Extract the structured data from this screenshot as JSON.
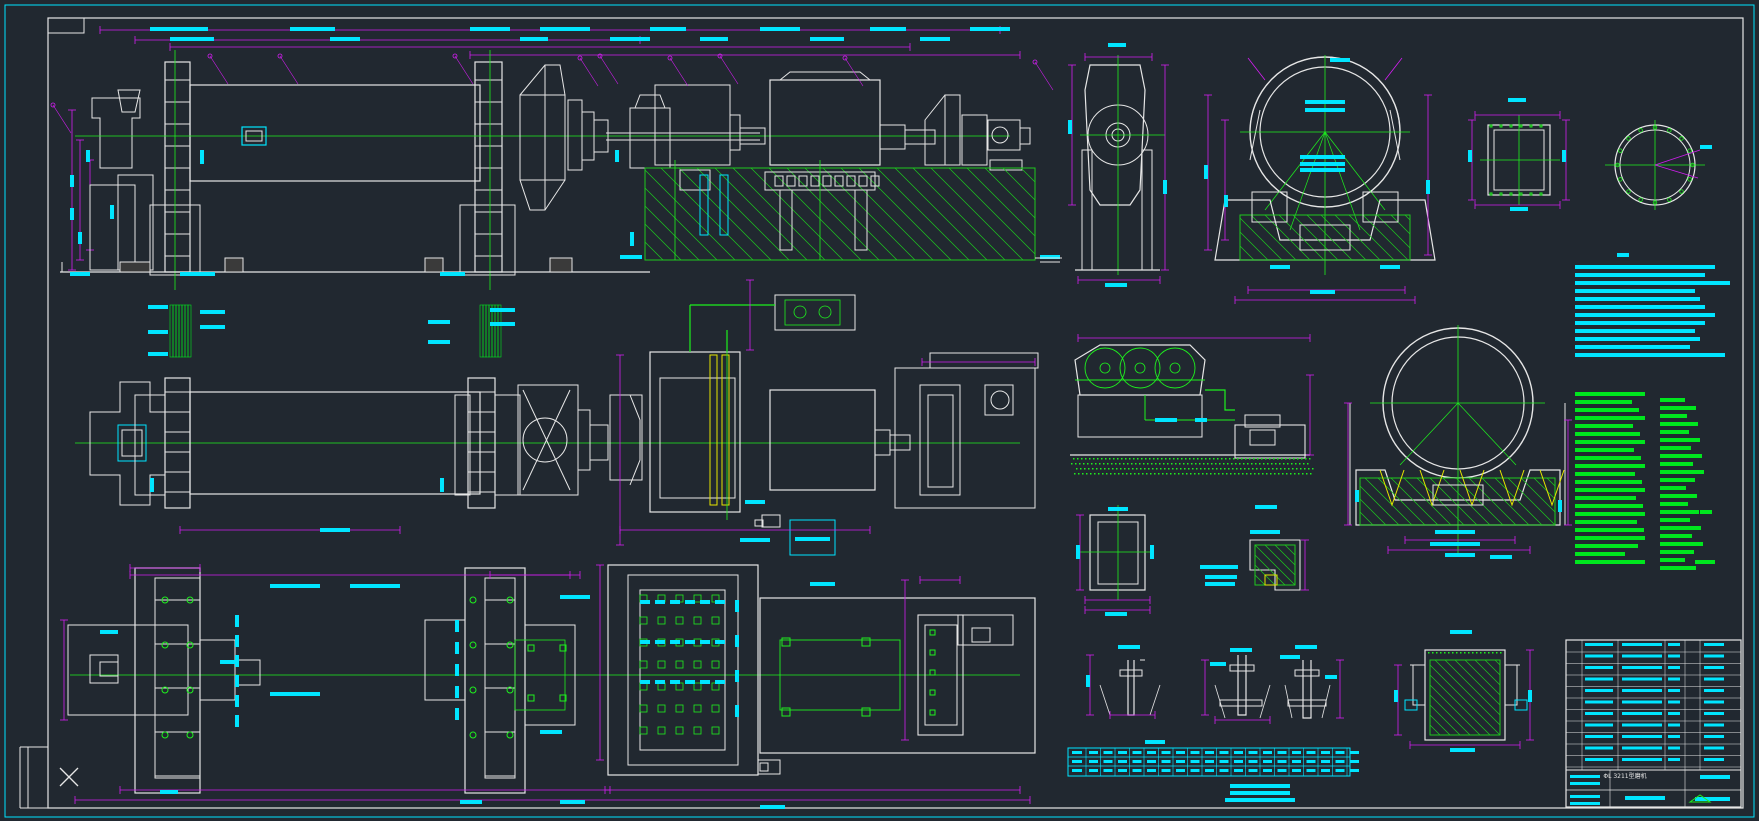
{
  "drawing": {
    "background": "#212830",
    "colors": {
      "outline": "#e6e6e6",
      "dimension": "#d21ef0",
      "centerline": "#1ef01e",
      "label": "#00e5ff",
      "hatch": "#1ec81e",
      "table_green": "#00e61e",
      "yellow": "#e6e600"
    }
  },
  "title_block": {
    "title_text": "ΦL 3211型磨机"
  },
  "views": [
    "front-elevation",
    "plan-view",
    "foundation-plan",
    "end-view-discharge",
    "section-trunnion-bearing",
    "cover-flange",
    "ring-flange",
    "gearbox-elevation",
    "section-trunnion-bearing-2",
    "anchor-details",
    "foundation-section"
  ]
}
